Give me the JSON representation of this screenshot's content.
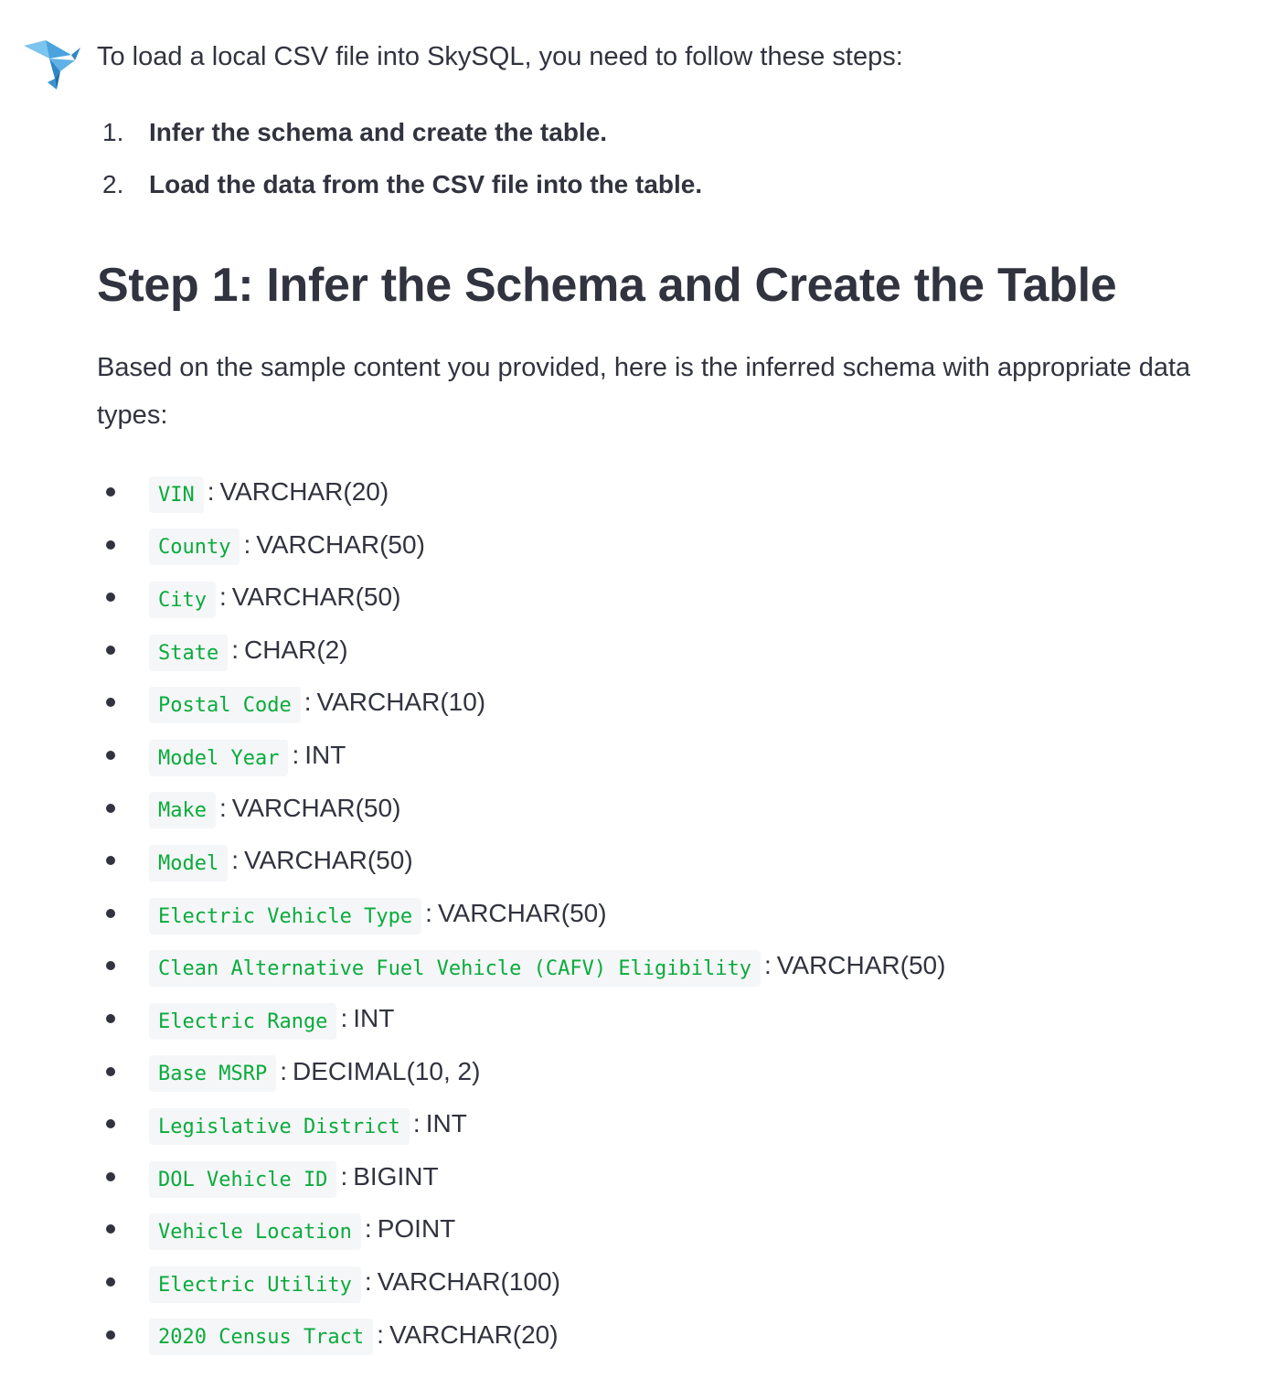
{
  "assistant": {
    "avatar_icon": "origami-bird-icon",
    "accent": "#4aa3df"
  },
  "intro_text": "To load a local CSV file into SkySQL, you need to follow these steps:",
  "steps": [
    {
      "num": "1.",
      "text": "Infer the schema and create the table."
    },
    {
      "num": "2.",
      "text": "Load the data from the CSV file into the table."
    }
  ],
  "section": {
    "heading": "Step 1: Infer the Schema and Create the Table",
    "description": "Based on the sample content you provided, here is the inferred schema with appropriate data types:"
  },
  "separator": ":",
  "schema": [
    {
      "column": "VIN",
      "type": "VARCHAR(20)"
    },
    {
      "column": "County",
      "type": "VARCHAR(50)"
    },
    {
      "column": "City",
      "type": "VARCHAR(50)"
    },
    {
      "column": "State",
      "type": "CHAR(2)"
    },
    {
      "column": "Postal Code",
      "type": "VARCHAR(10)"
    },
    {
      "column": "Model Year",
      "type": "INT"
    },
    {
      "column": "Make",
      "type": "VARCHAR(50)"
    },
    {
      "column": "Model",
      "type": "VARCHAR(50)"
    },
    {
      "column": "Electric Vehicle Type",
      "type": "VARCHAR(50)"
    },
    {
      "column": "Clean Alternative Fuel Vehicle (CAFV) Eligibility",
      "type": "VARCHAR(50)"
    },
    {
      "column": "Electric Range",
      "type": "INT"
    },
    {
      "column": "Base MSRP",
      "type": "DECIMAL(10, 2)"
    },
    {
      "column": "Legislative District",
      "type": "INT"
    },
    {
      "column": "DOL Vehicle ID",
      "type": "BIGINT"
    },
    {
      "column": "Vehicle Location",
      "type": "POINT"
    },
    {
      "column": "Electric Utility",
      "type": "VARCHAR(100)"
    },
    {
      "column": "2020 Census Tract",
      "type": "VARCHAR(20)"
    }
  ],
  "colors": {
    "text": "#31333f",
    "code_text": "#09ab3b",
    "code_background": "#f5f6f8"
  }
}
